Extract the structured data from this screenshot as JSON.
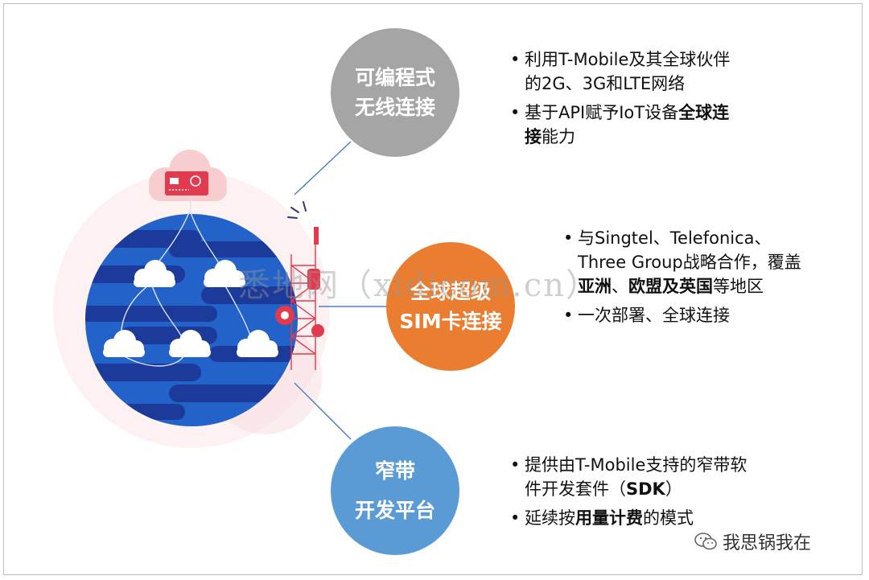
{
  "colors": {
    "gray_circle": "#a5a5a5",
    "orange_circle": "#ea7d2f",
    "blue_circle": "#5b9bd5",
    "connector": "#4f81bd",
    "globe_blue": "#2262c9",
    "globe_dark": "#1b3a9a",
    "pink": "#f7cdd0",
    "red": "#e23a4e"
  },
  "nodes": [
    {
      "id": "wireless",
      "label_lines": [
        "可编程式",
        "无线连接"
      ],
      "bullets": [
        [
          {
            "t": "利用T-Mobile及其全球伙伴的2G、3G和LTE网络",
            "b": false
          }
        ],
        [
          {
            "t": "基于API赋予IoT设备",
            "b": false
          },
          {
            "t": "全球连接",
            "b": true
          },
          {
            "t": "能力",
            "b": false
          }
        ]
      ]
    },
    {
      "id": "sim",
      "label_lines": [
        "全球超级",
        "SIM卡连接"
      ],
      "bullets": [
        [
          {
            "t": "与Singtel、Telefonica、Three Group战略合作，覆盖",
            "b": false
          },
          {
            "t": "亚洲",
            "b": true
          },
          {
            "t": "、",
            "b": false
          },
          {
            "t": "欧盟及英国",
            "b": true
          },
          {
            "t": "等地区",
            "b": false
          }
        ],
        [
          {
            "t": "一次部署、全球连接",
            "b": false
          }
        ]
      ]
    },
    {
      "id": "sdk",
      "label_lines": [
        "窄带",
        "开发平台"
      ],
      "bullets": [
        [
          {
            "t": "提供由T-Mobile支持的窄带软件开发套件（",
            "b": false
          },
          {
            "t": "SDK",
            "b": true
          },
          {
            "t": "）",
            "b": false
          }
        ],
        [
          {
            "t": "延续按",
            "b": false
          },
          {
            "t": "用量计费",
            "b": true
          },
          {
            "t": "的模式",
            "b": false
          }
        ]
      ]
    }
  ],
  "watermark": "悉地网（xidicom.cn）",
  "signature": "我思锅我在",
  "icons": {
    "cloud_card": "cloud-sim-card-icon",
    "globe": "globe-icon",
    "tower": "cell-tower-icon",
    "wechat": "wechat-icon"
  }
}
